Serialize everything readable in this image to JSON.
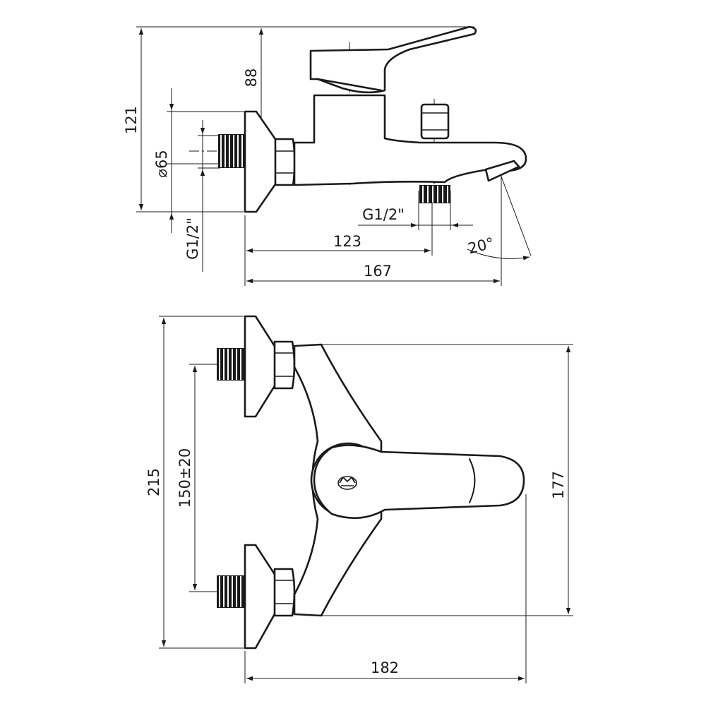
{
  "side_view": {
    "height_overall": "121",
    "handle_height": "88",
    "flange_diameter": "⌀65",
    "inlet_thread": "G1/2\"",
    "outlet_thread": "G1/2\"",
    "outlet_distance": "123",
    "spout_length": "167",
    "spout_angle": "20°"
  },
  "top_view": {
    "overall_height": "215",
    "inlet_spacing": "150±20",
    "body_height": "177",
    "overall_width": "182"
  },
  "colors": {
    "line": "#1a1a1a",
    "background": "#ffffff"
  }
}
